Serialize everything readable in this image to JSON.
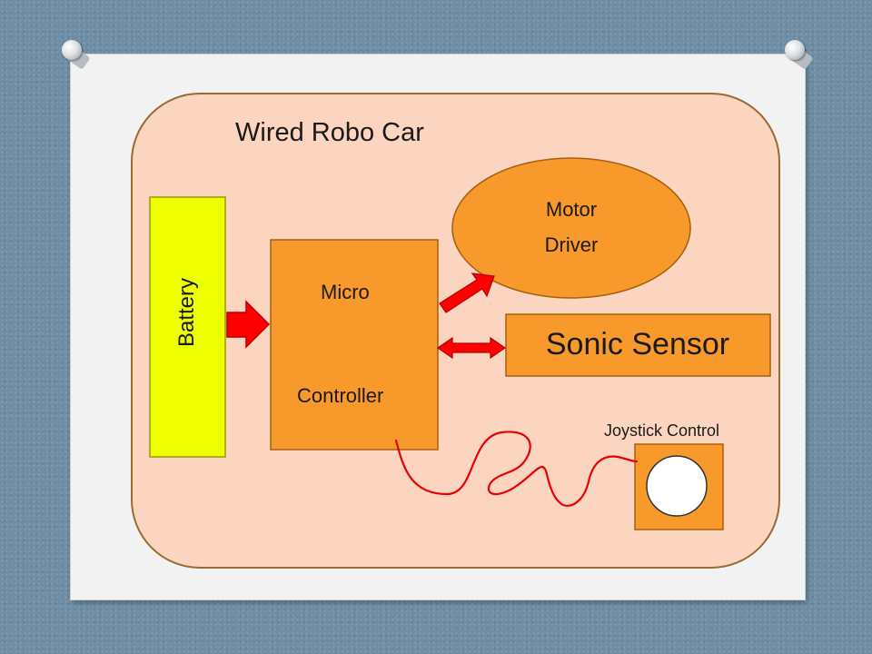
{
  "diagram": {
    "title": "Wired Robo Car",
    "battery_label": "Battery",
    "micro_controller_line1": "Micro",
    "micro_controller_line2": "Controller",
    "motor_driver_line1": "Motor",
    "motor_driver_line2": "Driver",
    "sonic_sensor_label": "Sonic Sensor",
    "joystick_label": "Joystick Control"
  },
  "colors": {
    "page_background": "#6f8ea6",
    "slide_background": "#f2f2f2",
    "enclosure_fill": "#fcd5c0",
    "enclosure_stroke": "#9a6a33",
    "battery_fill": "#eeff00",
    "component_fill": "#f79a2b",
    "component_stroke": "#a75f10",
    "arrow_fill": "#ff0000",
    "wire": "#e60000"
  }
}
